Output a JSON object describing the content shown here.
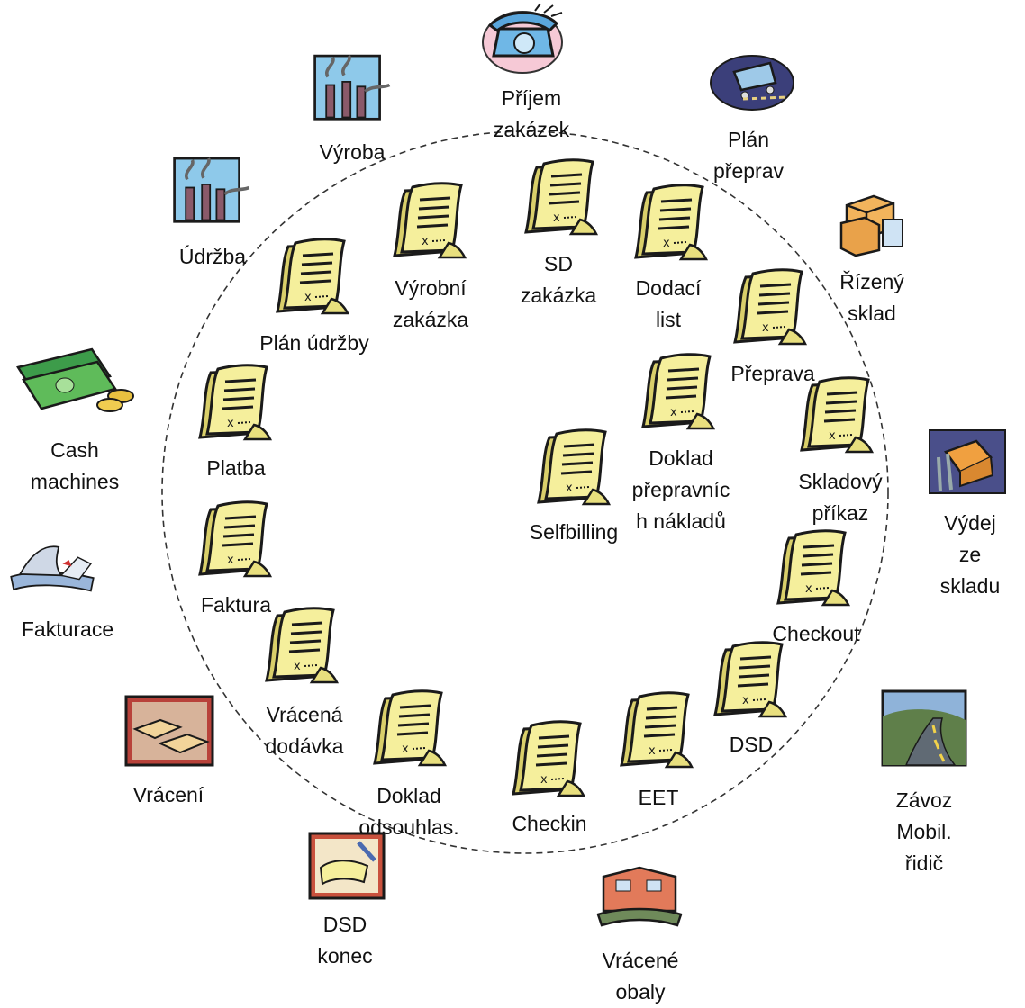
{
  "outer_nodes": [
    {
      "id": "prijem",
      "lines": [
        "Příjem",
        "zakázek"
      ],
      "icon": "telephone-icon"
    },
    {
      "id": "plan-preprav",
      "lines": [
        "Plán",
        "přeprav"
      ],
      "icon": "shopping-cart-icon"
    },
    {
      "id": "rizeny-sklad",
      "lines": [
        "Řízený",
        "sklad"
      ],
      "icon": "boxes-icon"
    },
    {
      "id": "vydej",
      "lines": [
        "Výdej",
        "ze",
        "skladu"
      ],
      "icon": "warehouse-icon"
    },
    {
      "id": "zavoz",
      "lines": [
        "Závoz",
        "Mobil.",
        "řidič"
      ],
      "icon": "road-icon"
    },
    {
      "id": "vracene-obaly",
      "lines": [
        "Vrácené",
        "obaly"
      ],
      "icon": "building-icon"
    },
    {
      "id": "dsd-konec",
      "lines": [
        "DSD",
        "konec"
      ],
      "icon": "signing-icon"
    },
    {
      "id": "vraceni",
      "lines": [
        "Vrácení"
      ],
      "icon": "conveyor-icon"
    },
    {
      "id": "fakturace",
      "lines": [
        "Fakturace"
      ],
      "icon": "newspaper-icon"
    },
    {
      "id": "cash",
      "lines": [
        "Cash",
        "machines"
      ],
      "icon": "money-icon"
    },
    {
      "id": "udrzba",
      "lines": [
        "Údržba"
      ],
      "icon": "factory-icon"
    },
    {
      "id": "vyroba",
      "lines": [
        "Výroba"
      ],
      "icon": "factory-icon"
    }
  ],
  "inner_docs": [
    {
      "id": "sd-zakazka",
      "lines": [
        "SD",
        "zakázka"
      ]
    },
    {
      "id": "dodaci-list",
      "lines": [
        "Dodací",
        "list"
      ]
    },
    {
      "id": "preprava",
      "lines": [
        "Přeprava"
      ]
    },
    {
      "id": "doklad-preprav",
      "lines": [
        "Doklad",
        "přepravníc",
        "h nákladů"
      ]
    },
    {
      "id": "skladovy",
      "lines": [
        "Skladový",
        "příkaz"
      ]
    },
    {
      "id": "checkout",
      "lines": [
        "Checkout"
      ]
    },
    {
      "id": "dsd",
      "lines": [
        "DSD"
      ]
    },
    {
      "id": "eet",
      "lines": [
        "EET"
      ]
    },
    {
      "id": "checkin",
      "lines": [
        "Checkin"
      ]
    },
    {
      "id": "doklad-ods",
      "lines": [
        "Doklad",
        "odsouhlas."
      ]
    },
    {
      "id": "vracena-dodavka",
      "lines": [
        "Vrácená",
        "dodávka"
      ]
    },
    {
      "id": "faktura",
      "lines": [
        "Faktura"
      ]
    },
    {
      "id": "platba",
      "lines": [
        "Platba"
      ]
    },
    {
      "id": "plan-udrzby",
      "lines": [
        "Plán údržby"
      ]
    },
    {
      "id": "vyrobni",
      "lines": [
        "Výrobní",
        "zakázka"
      ]
    },
    {
      "id": "selfbilling",
      "lines": [
        "Selfbilling"
      ]
    }
  ],
  "colors": {
    "paper": "#f5ef9c",
    "paper_dark": "#d9cf6a",
    "ink": "#1a1a1a",
    "ring": "#333333"
  }
}
